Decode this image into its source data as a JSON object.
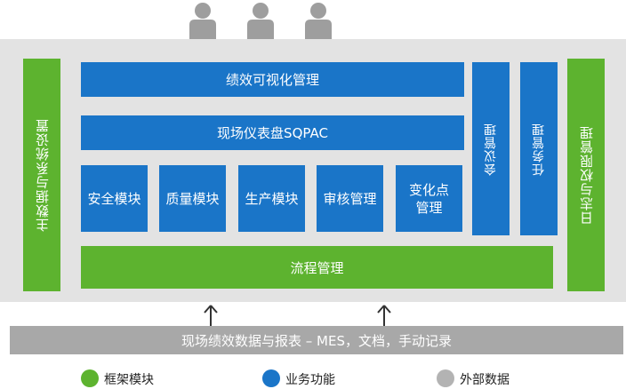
{
  "colors": {
    "framework": "#5db32f",
    "business": "#1a75c8",
    "external": "#a8a8a8",
    "panel": "#e3e3e3"
  },
  "icons": [
    "person-icon",
    "person-icon",
    "person-icon",
    "up-arrow-icon",
    "up-arrow-icon"
  ],
  "left_bar": "主数据与系统设置",
  "right_bar": "日志与权限管理",
  "top_bar": "绩效可视化管理",
  "dashboard_bar": "现场仪表盘SQPAC",
  "modules": [
    "安全模块",
    "质量模块",
    "生产模块",
    "审核管理"
  ],
  "change_module_line1": "变化点",
  "change_module_line2": "管理",
  "meeting_bar": "会议管理",
  "task_bar": "任务管理",
  "process_bar": "流程管理",
  "bottom_bar": "现场绩效数据与报表 – MES，文档，手动记录",
  "legend": [
    {
      "label": "框架模块"
    },
    {
      "label": "业务功能"
    },
    {
      "label": "外部数据"
    }
  ]
}
